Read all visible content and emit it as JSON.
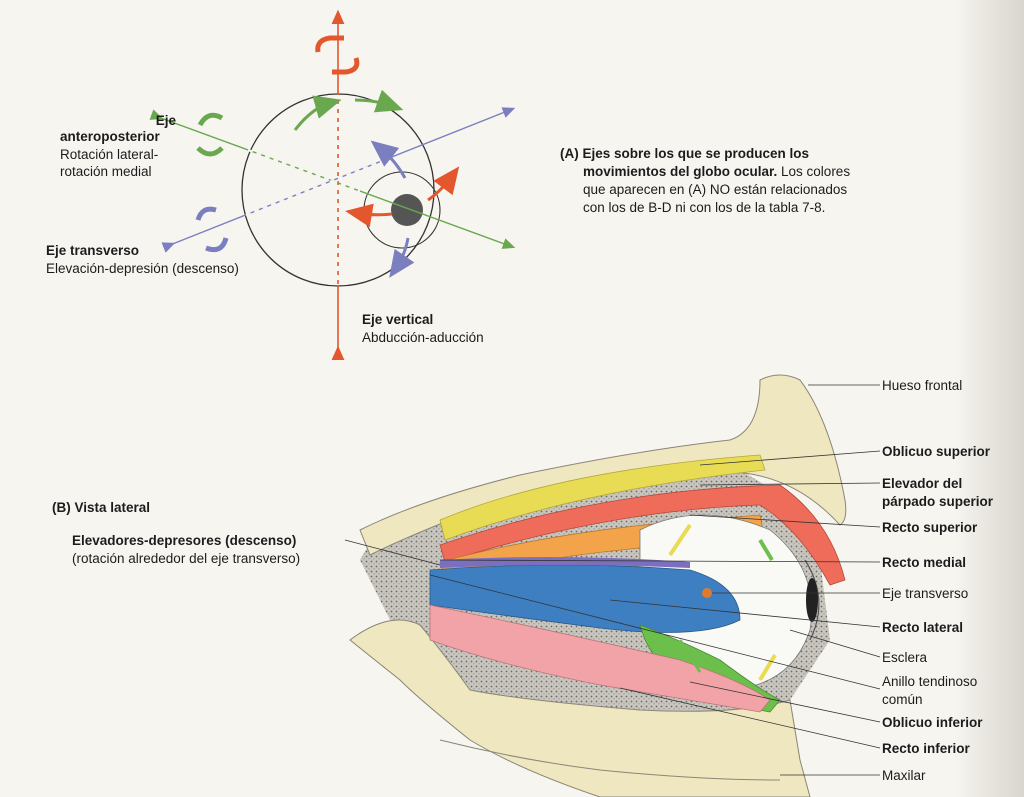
{
  "colors": {
    "vertical_axis": "#e4572e",
    "anteroposterior_axis": "#6aa84f",
    "transverse_axis": "#7b7fbf",
    "bone": "#efe7bf",
    "yellow_muscle": "#e8dc55",
    "red_muscle": "#ef6c5a",
    "orange_muscle": "#f3a44a",
    "blue_muscle": "#3e7fc1",
    "pink_muscle": "#f1a3a8",
    "green_muscle": "#6cbf4a"
  },
  "panel_a": {
    "title_bold": "(A) Ejes sobre los que se producen los movimientos del globo ocular.",
    "title_line1": "(A) Ejes sobre los que se producen los",
    "title_line2_bold": "movimientos del globo ocular.",
    "title_line2_rest": " Los colores",
    "title_line3": "que aparecen en (A) NO están relacionados",
    "title_line4": "con los de B-D ni con los de la tabla 7-8.",
    "axes": {
      "anteroposterior": {
        "name_line1": "Eje",
        "name_line2": "anteroposterior",
        "desc_line1": "Rotación lateral-",
        "desc_line2": "rotación medial"
      },
      "transverse": {
        "name": "Eje transverso",
        "desc": "Elevación-depresión (descenso)"
      },
      "vertical": {
        "name": "Eje vertical",
        "desc": "Abducción-aducción"
      }
    }
  },
  "panel_b": {
    "title": "(B) Vista lateral",
    "subtitle_bold": "Elevadores-depresores (descenso)",
    "subtitle": "(rotación alrededor del eje transverso)",
    "labels": [
      {
        "text": "Hueso frontal",
        "bold": false
      },
      {
        "text": "Oblicuo superior",
        "bold": true
      },
      {
        "text": "Elevador del",
        "bold": true
      },
      {
        "text": "párpado superior",
        "bold": true
      },
      {
        "text": "Recto superior",
        "bold": true
      },
      {
        "text": "Recto medial",
        "bold": true
      },
      {
        "text": "Eje transverso",
        "bold": false
      },
      {
        "text": "Recto lateral",
        "bold": true
      },
      {
        "text": "Esclera",
        "bold": false
      },
      {
        "text": "Anillo tendinoso",
        "bold": false
      },
      {
        "text": "común",
        "bold": false
      },
      {
        "text": "Oblicuo inferior",
        "bold": true
      },
      {
        "text": "Recto inferior",
        "bold": true
      },
      {
        "text": "Maxilar",
        "bold": false
      }
    ]
  }
}
